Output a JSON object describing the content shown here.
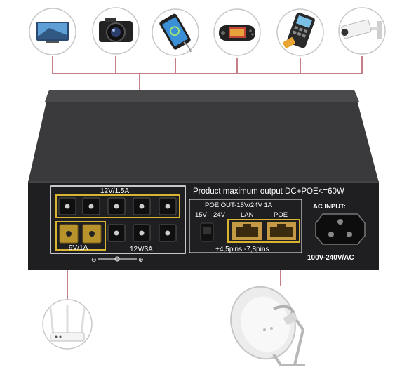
{
  "panel": {
    "left_group_label": "12V/1.5A",
    "yellow_group_label": "9V/1A",
    "bottom_group_label": "12V/3A",
    "headline": "Product maximum output  DC+POE<=60W",
    "poe_out_label": "POE OUT-15V/24V 1A",
    "switch_15v": "15V",
    "switch_24v": "24V",
    "lan_label": "LAN",
    "poe_label": "POE",
    "pins_label": "+4,5pins,-7,8pins",
    "ac_input_label": "AC INPUT:",
    "ac_voltage_label": "100V-240V/AC",
    "polarity_minus": "⊖",
    "polarity_plus": "⊕"
  },
  "devices": [
    "tv-icon",
    "camera-icon",
    "smartphone-icon",
    "game-console-icon",
    "payment-terminal-icon",
    "cctv-camera-icon",
    "wifi-router-icon",
    "satellite-dish-icon"
  ],
  "colors": {
    "device_body": "#2a2a2c",
    "panel_face": "#1f1f21",
    "connector_line": "#c47f89",
    "frame_yellow": "#d8b431",
    "jack_yellow": "#b8922a",
    "lan_port": "#c49a45"
  }
}
